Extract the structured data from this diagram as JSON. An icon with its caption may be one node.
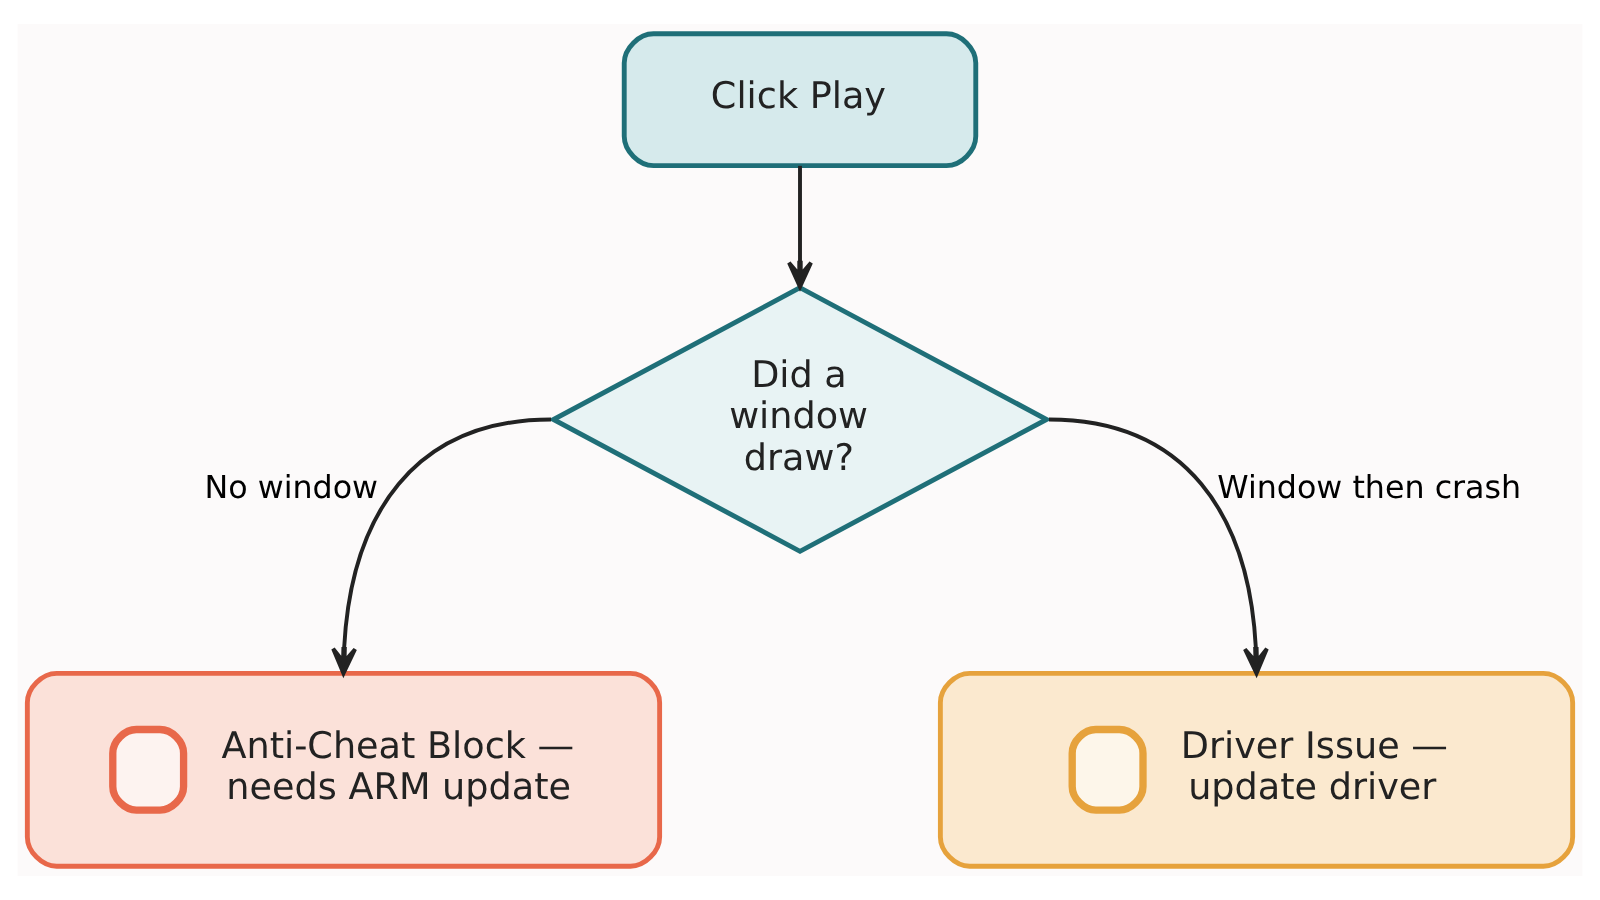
{
  "diagram": {
    "nodes": [
      {
        "text": [
          "Click Play"
        ]
      },
      {
        "text": [
          "Did a window draw?"
        ]
      },
      {
        "text": [
          "Anti-Cheat Block — needs ARM update"
        ]
      },
      {
        "text": [
          "Driver Issue — update driver"
        ]
      }
    ],
    "edges": [
      {
        "from": 0,
        "to": 1,
        "arrow": "to"
      },
      {
        "from": 1,
        "to": 2,
        "arrow": "to",
        "label": "No window"
      },
      {
        "from": 1,
        "to": 3,
        "arrow": "to",
        "label": "Window then crash"
      }
    ]
  }
}
